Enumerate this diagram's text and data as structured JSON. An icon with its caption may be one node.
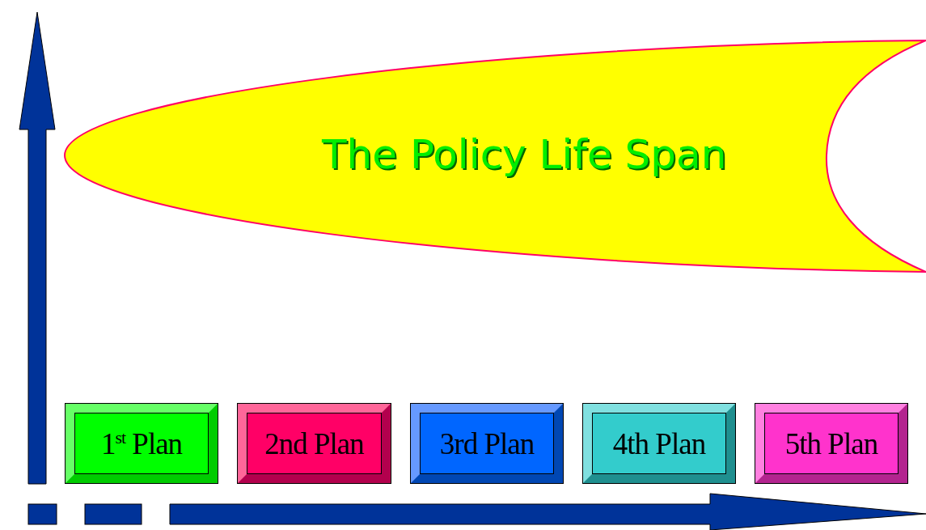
{
  "diagram": {
    "nodes": [
      {
        "text": [
          "The Policy Life Span"
        ]
      },
      {
        "text": [
          "1$^{st}$ Plan"
        ]
      },
      {
        "text": [
          "2nd Plan"
        ]
      },
      {
        "text": [
          "3rd Plan"
        ]
      },
      {
        "text": [
          "4th Plan"
        ]
      },
      {
        "text": [
          "5th Plan"
        ]
      }
    ]
  }
}
